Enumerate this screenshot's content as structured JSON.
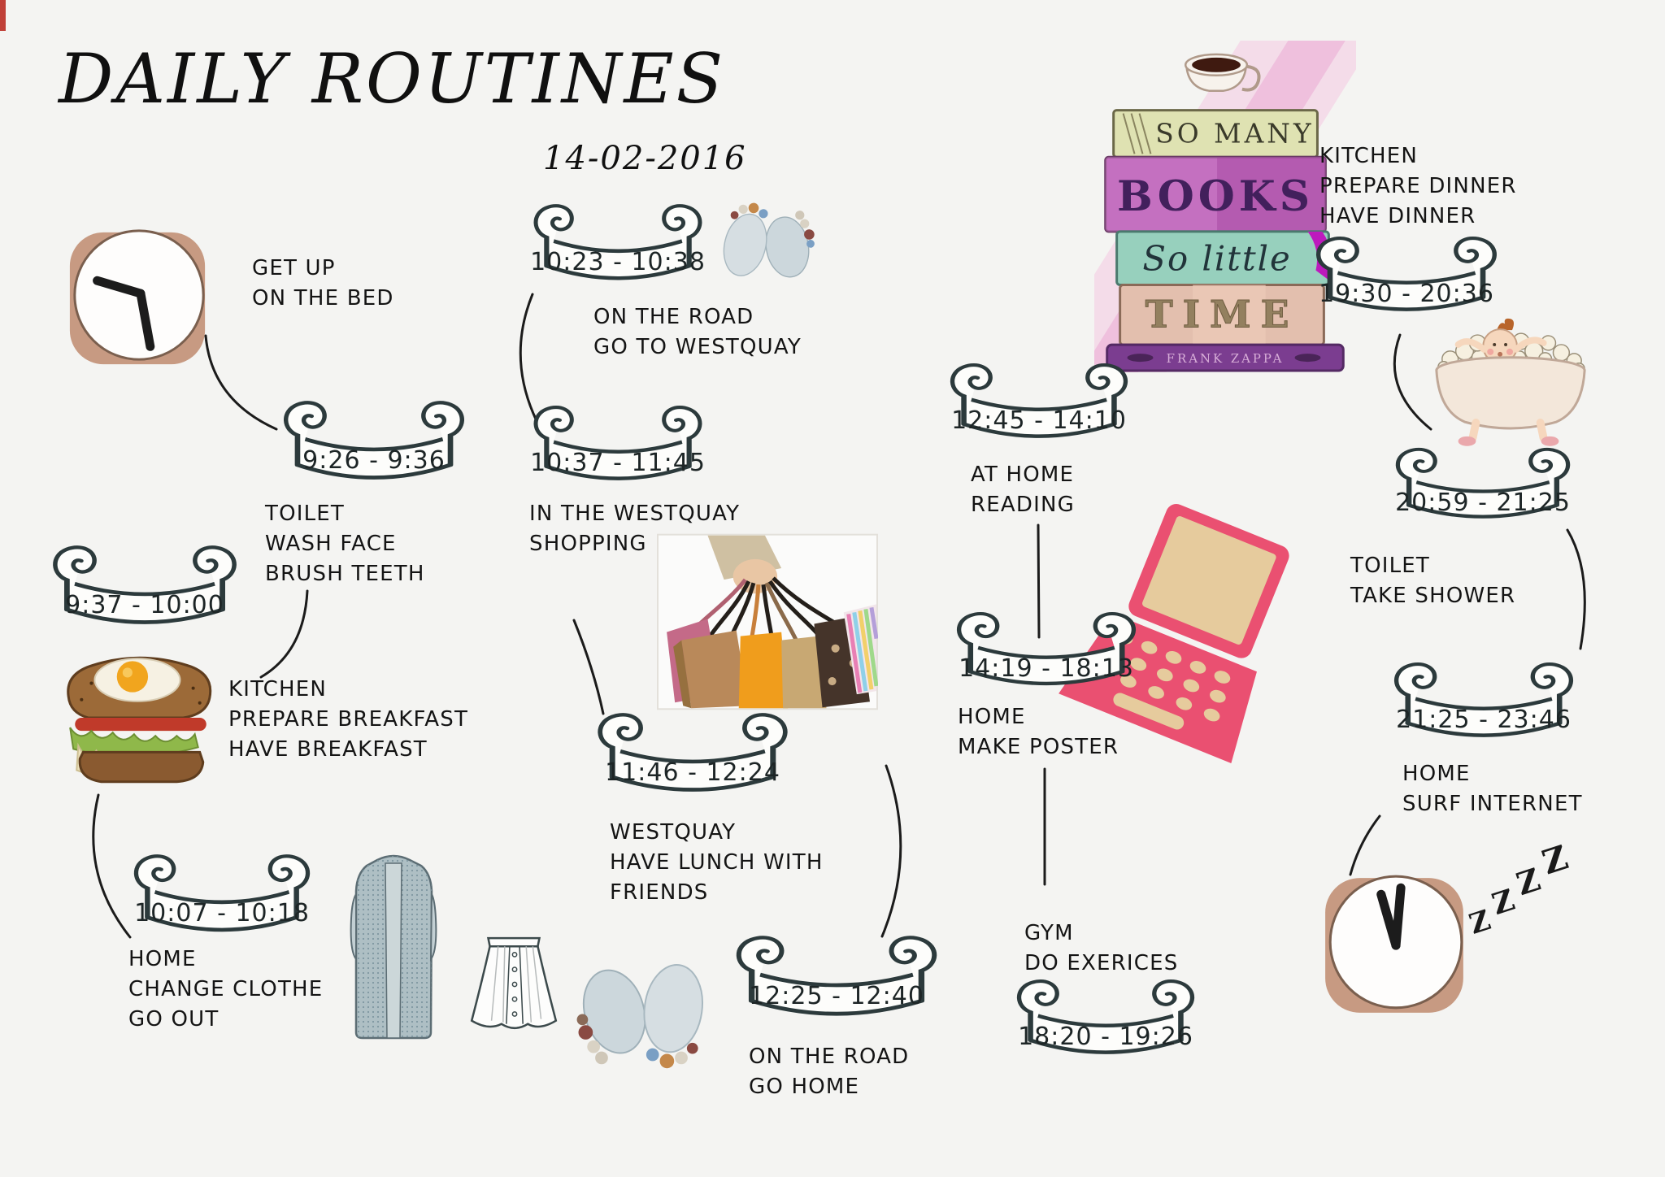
{
  "title": "DAILY ROUTINES",
  "date": "14-02-2016",
  "events": [
    {
      "id": "get-up",
      "time": "9:26 - 9:36",
      "lines": [
        "GET UP",
        "ON THE BED"
      ]
    },
    {
      "id": "toilet-am",
      "time": "9:37 - 10:00",
      "lines": [
        "TOILET",
        "WASH FACE",
        "BRUSH TEETH"
      ]
    },
    {
      "id": "breakfast",
      "time": "",
      "lines": [
        "KITCHEN",
        "PREPARE BREAKFAST",
        "HAVE BREAKFAST"
      ]
    },
    {
      "id": "change-clothes",
      "time": "10:07 - 10:18",
      "lines": [
        "HOME",
        "CHANGE CLOTHE",
        "GO OUT"
      ]
    },
    {
      "id": "road-to-westquay",
      "time": "10:23 - 10:38",
      "lines": [
        "ON THE ROAD",
        "GO TO WESTQUAY"
      ]
    },
    {
      "id": "shopping",
      "time": "10:37 - 11:45",
      "lines": [
        "IN THE WESTQUAY",
        "SHOPPING"
      ]
    },
    {
      "id": "lunch",
      "time": "11:46 - 12:24",
      "lines": [
        "WESTQUAY",
        "HAVE LUNCH WITH",
        "FRIENDS"
      ]
    },
    {
      "id": "road-home",
      "time": "12:25 - 12:40",
      "lines": [
        "ON THE ROAD",
        "GO HOME"
      ]
    },
    {
      "id": "reading",
      "time": "12:45 - 14:10",
      "lines": [
        "AT HOME",
        "READING"
      ]
    },
    {
      "id": "make-poster",
      "time": "14:19 - 18:13",
      "lines": [
        "HOME",
        "MAKE POSTER"
      ]
    },
    {
      "id": "gym",
      "time": "18:20 - 19:26",
      "lines": [
        "GYM",
        "DO EXERICES"
      ]
    },
    {
      "id": "dinner",
      "time": "19:30 - 20:36",
      "lines": [
        "KITCHEN",
        "PREPARE DINNER",
        "HAVE DINNER"
      ]
    },
    {
      "id": "shower",
      "time": "20:59 - 21:25",
      "lines": [
        "TOILET",
        "TAKE SHOWER"
      ]
    },
    {
      "id": "surf-internet",
      "time": "21:25 - 23:46",
      "lines": [
        "HOME",
        "SURF INTERNET"
      ]
    }
  ],
  "books": {
    "line1": "SO MANY",
    "line2": "BOOKS",
    "line3": "So little",
    "line4": "TIME",
    "author": "FRANK ZAPPA"
  },
  "sleep_zs": [
    "Z",
    "Z",
    "Z",
    "Z"
  ],
  "colors": {
    "background": "#f4f4f2",
    "ink": "#141414",
    "banner_outline": "#2c3a3c",
    "clock_body": "#c79a82",
    "laptop_pink": "#ea5071",
    "laptop_keys": "#e6cb9d",
    "book_green": "#dfe2b2",
    "book_purple": "#a94fa8",
    "book_teal": "#97d0bd",
    "book_base_purple": "#7b3d90"
  }
}
